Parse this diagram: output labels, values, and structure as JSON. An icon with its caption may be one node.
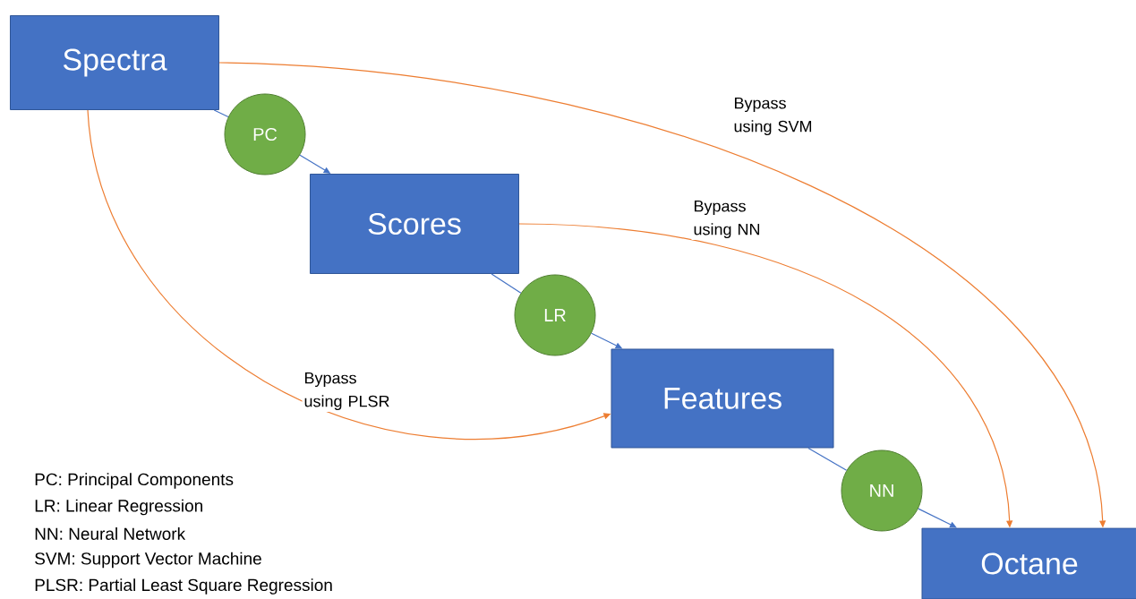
{
  "diagram": {
    "nodes": [
      {
        "text": [
          "Spectra"
        ]
      },
      {
        "text": [
          "PC"
        ]
      },
      {
        "text": [
          "Scores"
        ]
      },
      {
        "text": [
          "LR"
        ]
      },
      {
        "text": [
          "Features"
        ]
      },
      {
        "text": [
          "NN"
        ]
      },
      {
        "text": [
          "Octane"
        ]
      }
    ],
    "edges": [
      {
        "from": 0,
        "to": 1,
        "arrow": "none"
      },
      {
        "from": 1,
        "to": 2,
        "arrow": "to"
      },
      {
        "from": 2,
        "to": 3,
        "arrow": "none"
      },
      {
        "from": 3,
        "to": 4,
        "arrow": "to"
      },
      {
        "from": 4,
        "to": 5,
        "arrow": "none"
      },
      {
        "from": 5,
        "to": 6,
        "arrow": "to"
      },
      {
        "from": 0,
        "to": 6,
        "arrow": "to",
        "label": "Bypass using SVM",
        "color": "#ed7d31"
      },
      {
        "from": 2,
        "to": 6,
        "arrow": "to",
        "label": "Bypass using NN",
        "color": "#ed7d31"
      },
      {
        "from": 0,
        "to": 4,
        "arrow": "to",
        "label": "Bypass using PLSR",
        "color": "#ed7d31"
      }
    ],
    "labels": [
      "PC: Principal Components",
      "LR: Linear Regression",
      "NN: Neural Network",
      "SVM: Support Vector Machine",
      "PLSR: Partial Least Square Regression"
    ]
  }
}
